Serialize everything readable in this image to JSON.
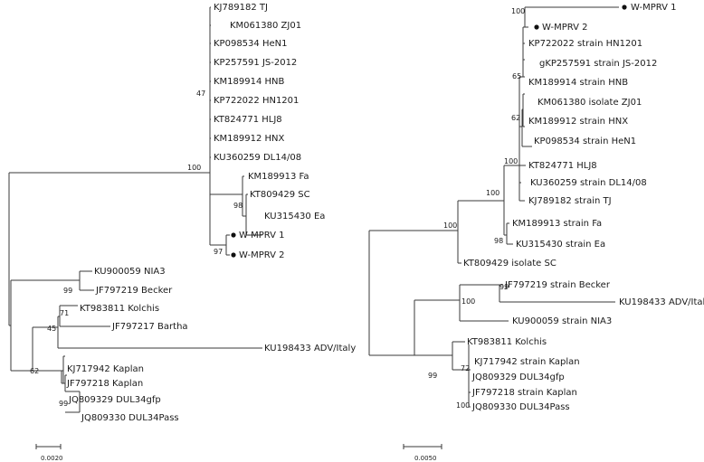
{
  "trees": [
    {
      "id": "left",
      "scale_label": "0.0020",
      "taxa": [
        {
          "id": "l_tj",
          "label": "KJ789182 TJ"
        },
        {
          "id": "l_zj01",
          "label": "KM061380 ZJ01"
        },
        {
          "id": "l_hen1",
          "label": "KP098534 HeN1"
        },
        {
          "id": "l_js",
          "label": "KP257591 JS-2012"
        },
        {
          "id": "l_hnb",
          "label": "KM189914 HNB"
        },
        {
          "id": "l_hn1201",
          "label": "KP722022 HN1201"
        },
        {
          "id": "l_hlj8",
          "label": "KT824771 HLJ8"
        },
        {
          "id": "l_hnx",
          "label": "KM189912 HNX"
        },
        {
          "id": "l_dl14",
          "label": "KU360259 DL14/08"
        },
        {
          "id": "l_fa",
          "label": "KM189913 Fa"
        },
        {
          "id": "l_sc",
          "label": "KT809429 SC"
        },
        {
          "id": "l_ea",
          "label": "KU315430 Ea"
        },
        {
          "id": "l_w1",
          "label": "W-MPRV 1",
          "marked": true
        },
        {
          "id": "l_w2",
          "label": "W-MPRV 2",
          "marked": true
        },
        {
          "id": "l_nia3",
          "label": "KU900059 NIA3"
        },
        {
          "id": "l_becker",
          "label": "JF797219 Becker"
        },
        {
          "id": "l_kolchis",
          "label": "KT983811 Kolchis"
        },
        {
          "id": "l_bartha",
          "label": "JF797217 Bartha"
        },
        {
          "id": "l_italy",
          "label": "KU198433 ADV/Italy"
        },
        {
          "id": "l_kaplan1",
          "label": "KJ717942 Kaplan"
        },
        {
          "id": "l_kaplan2",
          "label": "JF797218 Kaplan"
        },
        {
          "id": "l_dulgfp",
          "label": "JQ809329 DUL34gfp"
        },
        {
          "id": "l_dulpass",
          "label": "JQ809330 DUL34Pass"
        }
      ],
      "bootstrap": [
        {
          "id": "lb47",
          "label": "47"
        },
        {
          "id": "lb100",
          "label": "100"
        },
        {
          "id": "lb98",
          "label": "98"
        },
        {
          "id": "lb97",
          "label": "97"
        },
        {
          "id": "lb99a",
          "label": "99"
        },
        {
          "id": "lb71",
          "label": "71"
        },
        {
          "id": "lb45",
          "label": "45"
        },
        {
          "id": "lb62",
          "label": "62"
        },
        {
          "id": "lb99b",
          "label": "99"
        }
      ]
    },
    {
      "id": "right",
      "scale_label": "0.0050",
      "taxa": [
        {
          "id": "r_w1",
          "label": "W-MPRV 1",
          "marked": true
        },
        {
          "id": "r_w2",
          "label": "W-MPRV 2",
          "marked": true
        },
        {
          "id": "r_hn1201",
          "label": "KP722022 strain HN1201"
        },
        {
          "id": "r_js",
          "label": "gKP257591 strain JS-2012"
        },
        {
          "id": "r_hnb",
          "label": "KM189914 strain HNB"
        },
        {
          "id": "r_zj01",
          "label": "KM061380 isolate ZJ01"
        },
        {
          "id": "r_hnx",
          "label": "KM189912 strain HNX"
        },
        {
          "id": "r_hen1",
          "label": "KP098534 strain HeN1"
        },
        {
          "id": "r_hlj8",
          "label": "KT824771 HLJ8"
        },
        {
          "id": "r_dl14",
          "label": "KU360259 strain DL14/08"
        },
        {
          "id": "r_tj",
          "label": "KJ789182 strain TJ"
        },
        {
          "id": "r_fa",
          "label": "KM189913 strain Fa"
        },
        {
          "id": "r_ea",
          "label": "KU315430 strain Ea"
        },
        {
          "id": "r_sc",
          "label": "KT809429 isolate SC"
        },
        {
          "id": "r_becker",
          "label": "JF797219 strain Becker"
        },
        {
          "id": "r_italy",
          "label": "KU198433 ADV/Italy"
        },
        {
          "id": "r_nia3",
          "label": "KU900059 strain NIA3"
        },
        {
          "id": "r_kolchis",
          "label": "KT983811 Kolchis"
        },
        {
          "id": "r_kaplan1",
          "label": "KJ717942 strain Kaplan"
        },
        {
          "id": "r_dulgfp",
          "label": "JQ809329 DUL34gfp"
        },
        {
          "id": "r_kaplan2",
          "label": "JF797218 strain Kaplan"
        },
        {
          "id": "r_dulpass",
          "label": "JQ809330 DUL34Pass"
        }
      ],
      "bootstrap": [
        {
          "id": "rb100a",
          "label": "100"
        },
        {
          "id": "rb65",
          "label": "65"
        },
        {
          "id": "rb62",
          "label": "62"
        },
        {
          "id": "rb100b",
          "label": "100"
        },
        {
          "id": "rb100c",
          "label": "100"
        },
        {
          "id": "rb98",
          "label": "98"
        },
        {
          "id": "rb100d",
          "label": "100"
        },
        {
          "id": "rb99a",
          "label": "99"
        },
        {
          "id": "rb100e",
          "label": "100"
        },
        {
          "id": "rb72",
          "label": "72"
        },
        {
          "id": "rb99b",
          "label": "99"
        },
        {
          "id": "rb100f",
          "label": "100"
        }
      ]
    }
  ]
}
